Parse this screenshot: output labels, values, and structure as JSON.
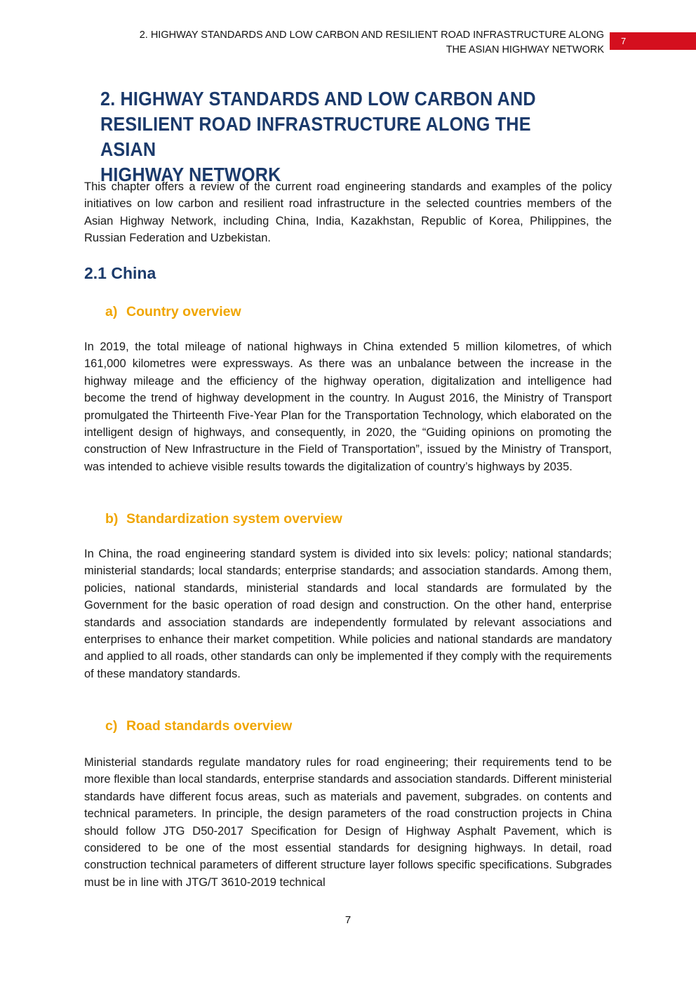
{
  "running_head": {
    "line1": "2.  HIGHWAY STANDARDS AND LOW CARBON AND RESILIENT ROAD INFRASTRUCTURE ALONG",
    "line2": "THE ASIAN HIGHWAY NETWORK",
    "page_tab": "7"
  },
  "chapter": {
    "title_line1": "2.  HIGHWAY STANDARDS AND LOW CARBON AND",
    "title_line2": "RESILIENT ROAD INFRASTRUCTURE ALONG THE ASIAN",
    "title_line3": "HIGHWAY NETWORK"
  },
  "intro_paragraph": "This chapter offers a review of the current road engineering standards and examples of the policy initiatives on low carbon and resilient road infrastructure in the selected countries members of the Asian Highway Network, including China, India, Kazakhstan, Republic of Korea, Philippines, the Russian Federation and Uzbekistan.",
  "section": {
    "heading": "2.1 China"
  },
  "subsections": {
    "a": {
      "mark": "a)",
      "title": "Country overview",
      "body": "In 2019, the total mileage of national highways in China extended 5 million kilometres, of which 161,000 kilometres were expressways. As there was an unbalance between the increase in the highway mileage and the efficiency of the highway operation, digitalization and intelligence had become the trend of highway development in the country. In August 2016, the Ministry of Transport promulgated the Thirteenth Five-Year Plan for the Transportation Technology, which elaborated on the intelligent design of highways, and consequently, in 2020, the “Guiding opinions on promoting the construction of New Infrastructure in the Field of Transportation”, issued by the Ministry of Transport, was intended to achieve visible results towards the digitalization of country’s highways by 2035."
    },
    "b": {
      "mark": "b)",
      "title": "Standardization system overview",
      "body": "In China, the road engineering standard system is divided into six levels: policy; national standards; ministerial standards; local standards; enterprise standards; and association standards. Among them, policies, national standards, ministerial standards and local standards are formulated by the Government for the basic operation of road design and construction. On the other hand, enterprise standards and association standards are independently formulated by relevant associations and enterprises to enhance their market competition. While policies and national standards are mandatory and applied to all roads, other standards can only be implemented if they comply with the requirements of these mandatory standards."
    },
    "c": {
      "mark": "c)",
      "title": "Road standards overview",
      "body": "Ministerial standards regulate mandatory rules for road engineering; their requirements tend to be more flexible than local standards, enterprise standards and association standards. Different ministerial standards have different focus areas, such as materials and pavement, subgrades. on contents and technical parameters. In principle, the design parameters of the road construction projects in China should follow JTG D50-2017 Specification for Design of Highway Asphalt Pavement, which is considered to be one of the most essential standards for designing highways. In detail, road construction technical parameters of different structure layer follows specific specifications. Subgrades must be in line with JTG/T 3610-2019 technical"
    }
  },
  "footer": {
    "page_number": "7"
  },
  "colors": {
    "title_blue": "#1b3a6b",
    "subheading_amber": "#f0a500",
    "tab_red": "#d40f1e"
  }
}
